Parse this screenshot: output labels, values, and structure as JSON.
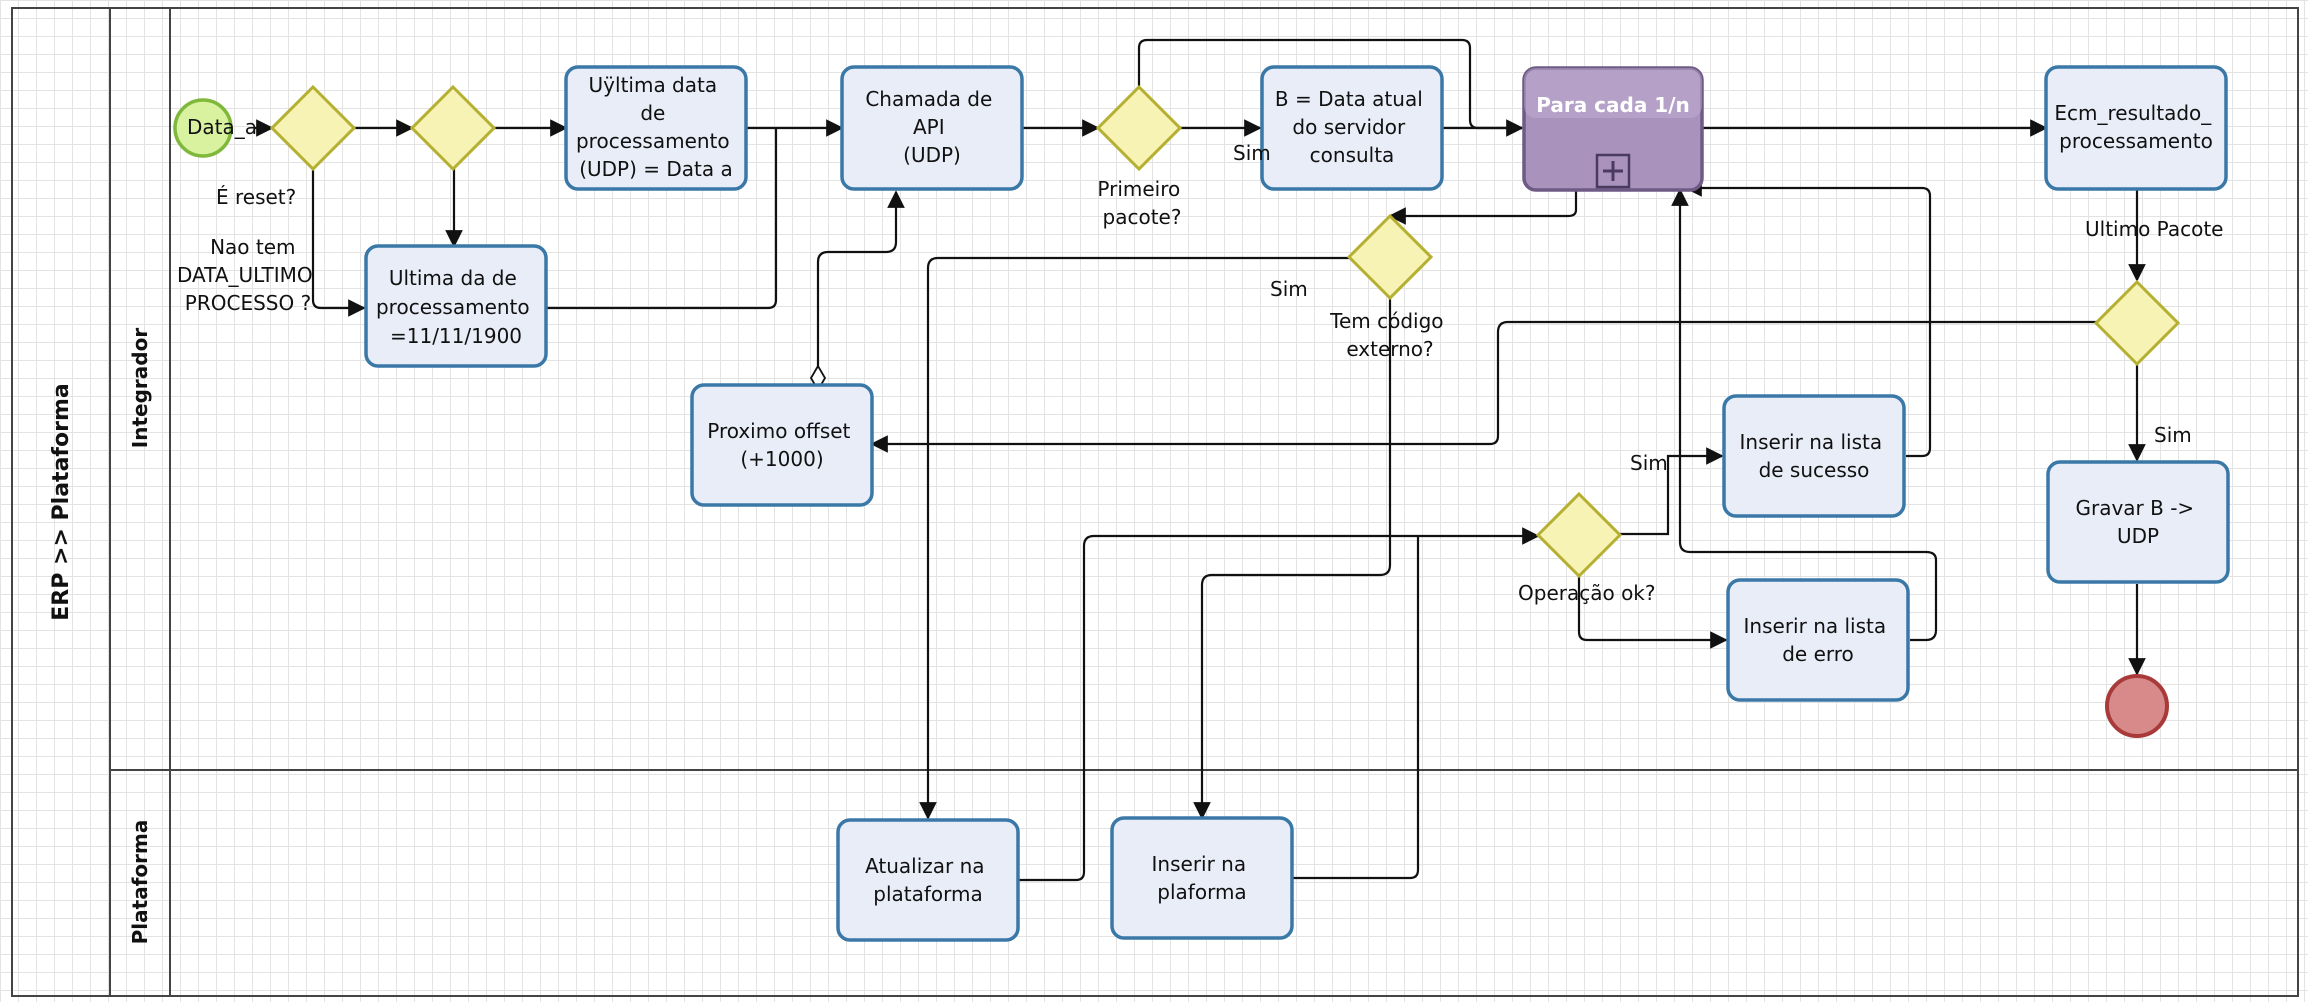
{
  "pool": {
    "name": "ERP >> Plataforma"
  },
  "lanes": {
    "integrador": "Integrador",
    "plataforma": "Plataforma"
  },
  "events": {
    "start_label": "Data_a"
  },
  "tasks": {
    "ultima_data": [
      "Uÿltima data",
      "de",
      "processamento",
      "(UDP) = Data a"
    ],
    "ultima_default": [
      "Ultima da de",
      "processamento",
      "=11/11/1900"
    ],
    "chamada_api": [
      "Chamada de",
      "API",
      "(UDP)"
    ],
    "b_data": [
      "B = Data  atual",
      "do servidor",
      "consulta"
    ],
    "proximo_offset": [
      "Proximo offset",
      "(+1000)"
    ],
    "inserir_sucesso": [
      "Inserir na lista",
      "de sucesso"
    ],
    "inserir_erro": [
      "Inserir na lista",
      "de  erro"
    ],
    "ecm_resultado": [
      "Ecm_resultado_",
      "processamento"
    ],
    "gravar_b": [
      "Gravar B ->",
      "UDP"
    ],
    "atualizar_plataforma": [
      "Atualizar na",
      "plataforma"
    ],
    "inserir_plataforma": [
      "Inserir na",
      "plaforma"
    ]
  },
  "subprocess": {
    "label": "Para cada 1/n"
  },
  "gateways": {
    "is_reset": "É reset?",
    "primeiro_pacote": [
      "Primeiro",
      "pacote?"
    ],
    "tem_codigo": [
      "Tem código",
      "externo?"
    ],
    "operacao_ok": "Operação ok?",
    "ultimo_pacote": "Ultimo Pacote"
  },
  "flow_labels": {
    "nao_tem": [
      "Nao tem",
      "DATA_ULTIMO",
      "PROCESSO ?"
    ],
    "sim_primeiro": "Sim",
    "sim_codigo": "Sim",
    "sim_operacao": "Sim",
    "sim_ultimo": "Sim"
  },
  "colors": {
    "task_fill": "#e9edf8",
    "task_stroke": "#3a78a8",
    "gateway_fill": "#f7f3b5",
    "gateway_stroke": "#b5b032",
    "subprocess_fill": "#a993bd",
    "start_fill": "#d9f2a0",
    "start_stroke": "#7fb83a",
    "end_fill": "#d88a8a",
    "end_stroke": "#a83a3a"
  }
}
